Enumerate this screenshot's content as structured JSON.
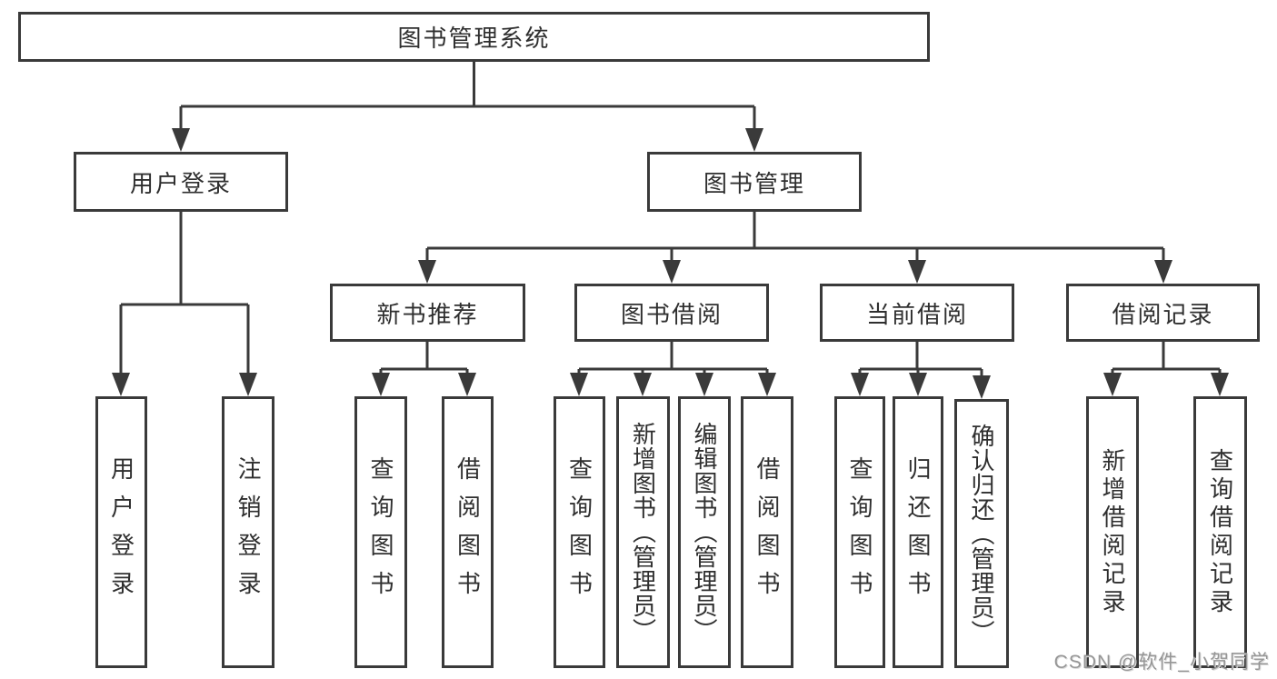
{
  "diagram": {
    "root": {
      "label": "图书管理系统"
    },
    "level2": [
      {
        "label": "用户登录"
      },
      {
        "label": "图书管理"
      }
    ],
    "level3": [
      {
        "label": "新书推荐"
      },
      {
        "label": "图书借阅"
      },
      {
        "label": "当前借阅"
      },
      {
        "label": "借阅记录"
      }
    ],
    "leaves": {
      "user_login": [
        {
          "label": "用户登录"
        },
        {
          "label": "注销登录"
        }
      ],
      "new_books": [
        {
          "label": "查询图书"
        },
        {
          "label": "借阅图书"
        }
      ],
      "book_borrow": [
        {
          "label": "查询图书"
        },
        {
          "label": "新增图书（管理员）"
        },
        {
          "label": "编辑图书（管理员）"
        },
        {
          "label": "借阅图书"
        }
      ],
      "current_borrow": [
        {
          "label": "查询图书"
        },
        {
          "label": "归还图书"
        },
        {
          "label": "确认归还（管理员）"
        }
      ],
      "borrow_records": [
        {
          "label": "新增借阅记录"
        },
        {
          "label": "查询借阅记录"
        }
      ]
    }
  },
  "watermark": {
    "text": "CSDN @软件_小贺同学"
  },
  "colors": {
    "line": "#3a3a3a",
    "text": "#2f2f2f",
    "background": "#ffffff",
    "watermark": "#969696"
  }
}
